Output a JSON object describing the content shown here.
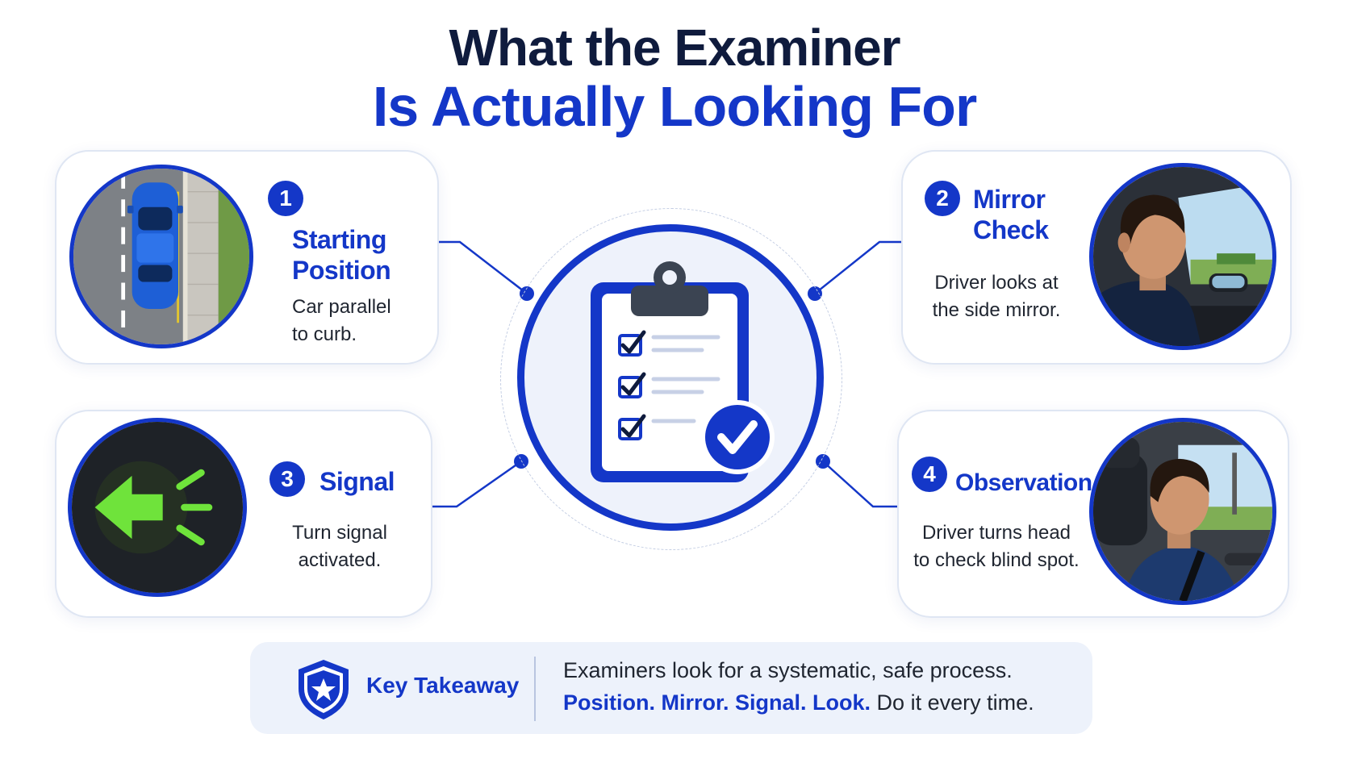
{
  "title": {
    "line1": "What the Examiner",
    "line2": "Is Actually Looking For"
  },
  "steps": [
    {
      "number": "1",
      "heading_line1": "Starting",
      "heading_line2": "Position",
      "desc_line1": "Car parallel",
      "desc_line2": "to curb."
    },
    {
      "number": "2",
      "heading_line1": "Mirror",
      "heading_line2": "Check",
      "desc_line1": "Driver looks at",
      "desc_line2": "the side mirror."
    },
    {
      "number": "3",
      "heading_line1": "Signal",
      "desc_line1": "Turn signal",
      "desc_line2": "activated."
    },
    {
      "number": "4",
      "heading_line1": "Observation",
      "desc_line1": "Driver turns head",
      "desc_line2": "to check blind spot."
    }
  ],
  "takeaway": {
    "label": "Key Takeaway",
    "line1": "Examiners look for a systematic, safe process.",
    "line2_bold": "Position. Mirror. Signal. Look.",
    "line2_rest": " Do it every time."
  },
  "colors": {
    "accent": "#1437c8",
    "navy": "#0f1b3d",
    "signal_green": "#6fe33b"
  },
  "icons": [
    "clipboard-checklist-icon",
    "check-circle-icon",
    "shield-star-icon",
    "turn-signal-arrow-icon"
  ]
}
